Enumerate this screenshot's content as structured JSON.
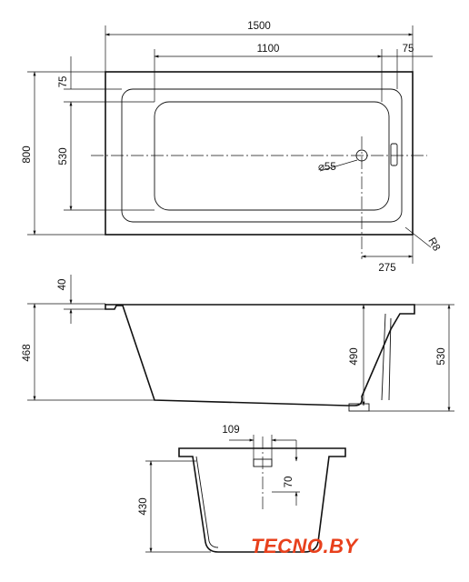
{
  "top_view": {
    "width_total": "1500",
    "width_inner": "1100",
    "rim_right": "75",
    "rim_top": "75",
    "height_total": "800",
    "height_inner": "530",
    "drain_diameter": "⌀55",
    "drain_offset": "275",
    "corner_radius": "R8"
  },
  "side_view": {
    "rim_height": "40",
    "depth_left": "468",
    "depth_drain": "490",
    "height_total": "530"
  },
  "end_view": {
    "drain_width": "109",
    "drain_height": "70",
    "depth": "430"
  },
  "brand": {
    "text_part1": "TEC",
    "text_part2": "NO.BY",
    "color_primary": "#e8401c",
    "color_secondary": "#111111"
  }
}
